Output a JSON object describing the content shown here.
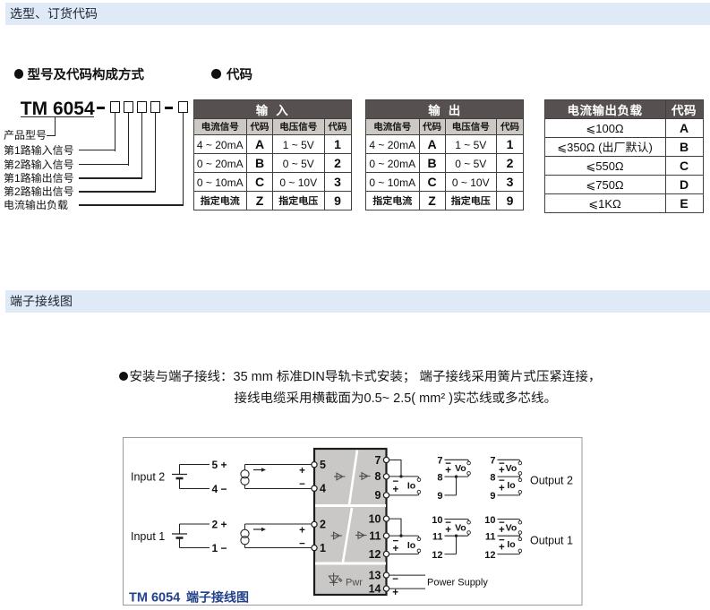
{
  "colors": {
    "bar_bg": "#dfeaf6",
    "bar_text": "#1b2430",
    "table_header_bg": "#565150",
    "table_header_text": "#ffffff",
    "table_subheader_bg": "#ccc9c4",
    "caption_blue": "#24418d",
    "block_fill": "#c9c8c6",
    "wire": "#222222"
  },
  "bars": {
    "ordering": "选型、订货代码",
    "wiring": "端子接线图"
  },
  "ordering": {
    "composition_heading": "型号及代码构成方式",
    "codes_heading": "代码",
    "model": "TM 6054",
    "callouts": [
      "产品型号",
      "第1路输入信号",
      "第2路输入信号",
      "第1路输出信号",
      "第2路输出信号",
      "电流输出负载"
    ]
  },
  "tables": {
    "input": {
      "title": "输  入",
      "headers": [
        "电流信号",
        "代码",
        "电压信号",
        "代码"
      ],
      "rows": [
        [
          "4 ~ 20mA",
          "A",
          "1 ~ 5V",
          "1"
        ],
        [
          "0 ~ 20mA",
          "B",
          "0 ~ 5V",
          "2"
        ],
        [
          "0 ~ 10mA",
          "C",
          "0 ~ 10V",
          "3"
        ],
        [
          "指定电流",
          "Z",
          "指定电压",
          "9"
        ]
      ]
    },
    "output": {
      "title": "输  出",
      "headers": [
        "电流信号",
        "代码",
        "电压信号",
        "代码"
      ],
      "rows": [
        [
          "4 ~ 20mA",
          "A",
          "1 ~ 5V",
          "1"
        ],
        [
          "0 ~ 20mA",
          "B",
          "0 ~ 5V",
          "2"
        ],
        [
          "0 ~ 10mA",
          "C",
          "0 ~ 10V",
          "3"
        ],
        [
          "指定电流",
          "Z",
          "指定电压",
          "9"
        ]
      ]
    },
    "load": {
      "title": "电流输出负载",
      "code_header": "代码",
      "rows": [
        [
          "⩽100Ω",
          "A"
        ],
        [
          "⩽350Ω (出厂默认)",
          "B"
        ],
        [
          "⩽550Ω",
          "C"
        ],
        [
          "⩽750Ω",
          "D"
        ],
        [
          "⩽1KΩ",
          "E"
        ]
      ]
    }
  },
  "install_note": {
    "line1": "安装与端子接线：35 mm 标准DIN导轨卡式安装； 端子接线采用簧片式压紧连接，",
    "line2": "接线电缆采用横截面为0.5~ 2.5( mm² )实芯线或多芯线。"
  },
  "diagram": {
    "caption_model": "TM 6054",
    "caption_text": "端子接线图",
    "inputs": [
      {
        "label": "Input 2",
        "pos": "5 +",
        "neg": "4 −"
      },
      {
        "label": "Input 1",
        "pos": "2 +",
        "neg": "1 −"
      }
    ],
    "outputs": [
      {
        "label": "Output 2",
        "t7": "7",
        "t8": "8",
        "t9": "9"
      },
      {
        "label": "Output 1",
        "t10": "10",
        "t11": "11",
        "t12": "12"
      }
    ],
    "block": {
      "left_terminals": [
        "5",
        "4",
        "2",
        "1"
      ],
      "right_terminals": [
        "7",
        "8",
        "9",
        "10",
        "11",
        "12",
        "13",
        "14"
      ],
      "pwr": "Pwr"
    },
    "power_label": "Power Supply",
    "vo": "Vo",
    "io": "Io",
    "plus": "+",
    "minus": "−"
  }
}
